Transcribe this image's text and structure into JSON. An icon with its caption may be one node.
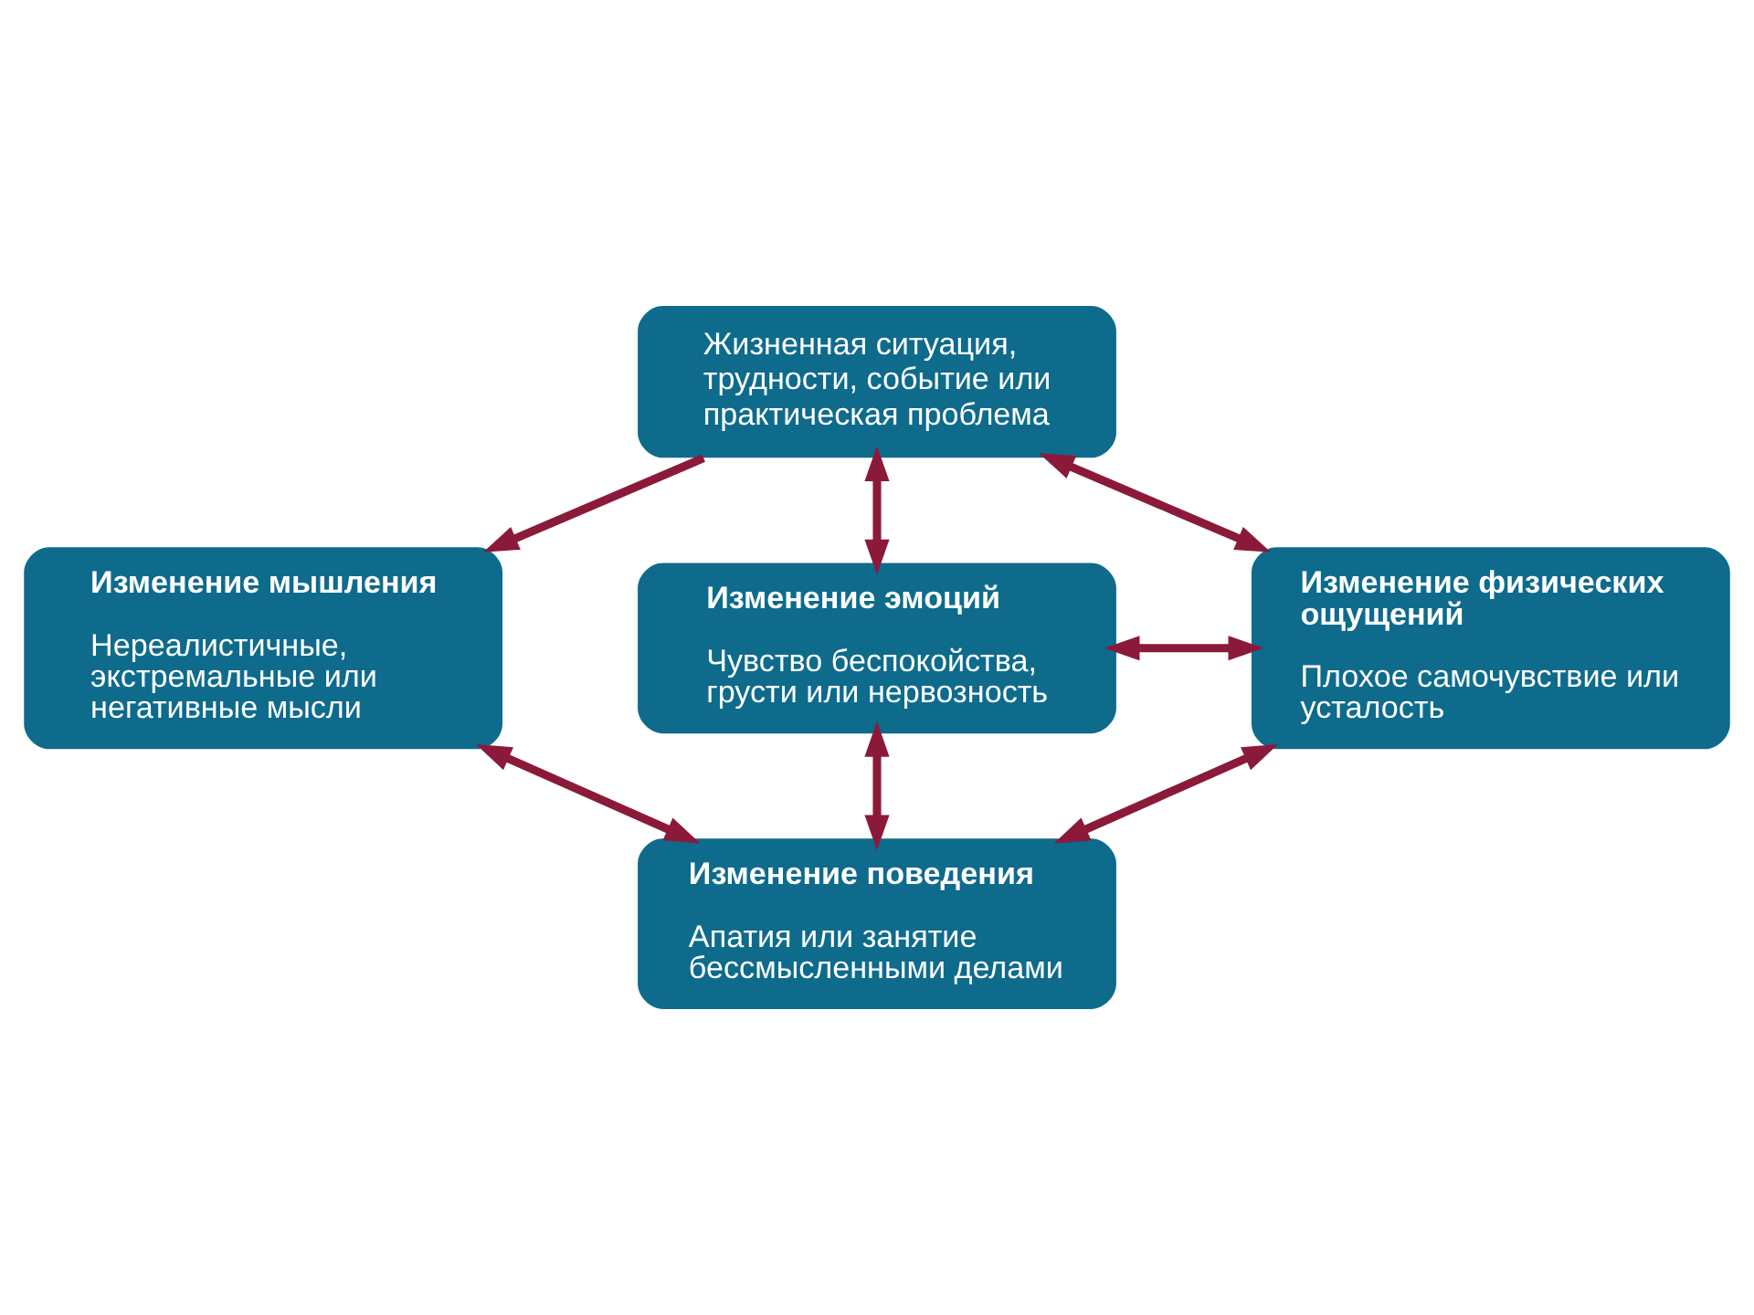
{
  "diagram": {
    "nodes": [
      {
        "text": [
          "Жизненная ситуация, трудности, событие или практическая проблема"
        ]
      },
      {
        "text": [
          "Изменение мышления",
          "Нереалистичные, экстремальные или негативные мысли"
        ]
      },
      {
        "text": [
          "Изменение эмоций",
          "Чувство беспокойства, грусти или нервозность"
        ]
      },
      {
        "text": [
          "Изменение физических ощущений",
          "Плохое самочувствие или усталость"
        ]
      },
      {
        "text": [
          "Изменение поведения",
          "Апатия или занятие бессмысленными делами"
        ]
      }
    ],
    "edges": [
      {
        "from": 0,
        "to": 1,
        "arrow": "to"
      },
      {
        "from": 0,
        "to": 2,
        "arrow": "both"
      },
      {
        "from": 0,
        "to": 3,
        "arrow": "both"
      },
      {
        "from": 2,
        "to": 3,
        "arrow": "both"
      },
      {
        "from": 1,
        "to": 4,
        "arrow": "both"
      },
      {
        "from": 2,
        "to": 4,
        "arrow": "both"
      },
      {
        "from": 3,
        "to": 4,
        "arrow": "both"
      }
    ]
  }
}
